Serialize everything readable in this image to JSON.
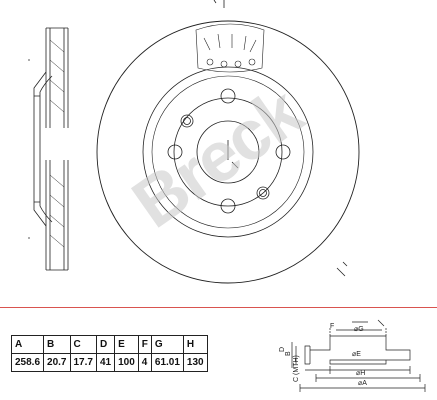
{
  "logo": {
    "text": "Breck",
    "color": "#c8c8c8"
  },
  "accent_color": "#d9534f",
  "table": {
    "headers": [
      "A",
      "B",
      "C",
      "D",
      "E",
      "F",
      "G",
      "H"
    ],
    "values": [
      "258.6",
      "20.7",
      "17.7",
      "41",
      "100",
      "4",
      "61.01",
      "130"
    ]
  },
  "dimension_labels": {
    "g": "⌀G",
    "f": "F",
    "e": "⌀E",
    "h": "⌀H",
    "a": "⌀A",
    "b": "B",
    "c": "C (MTH)",
    "d": "D"
  }
}
